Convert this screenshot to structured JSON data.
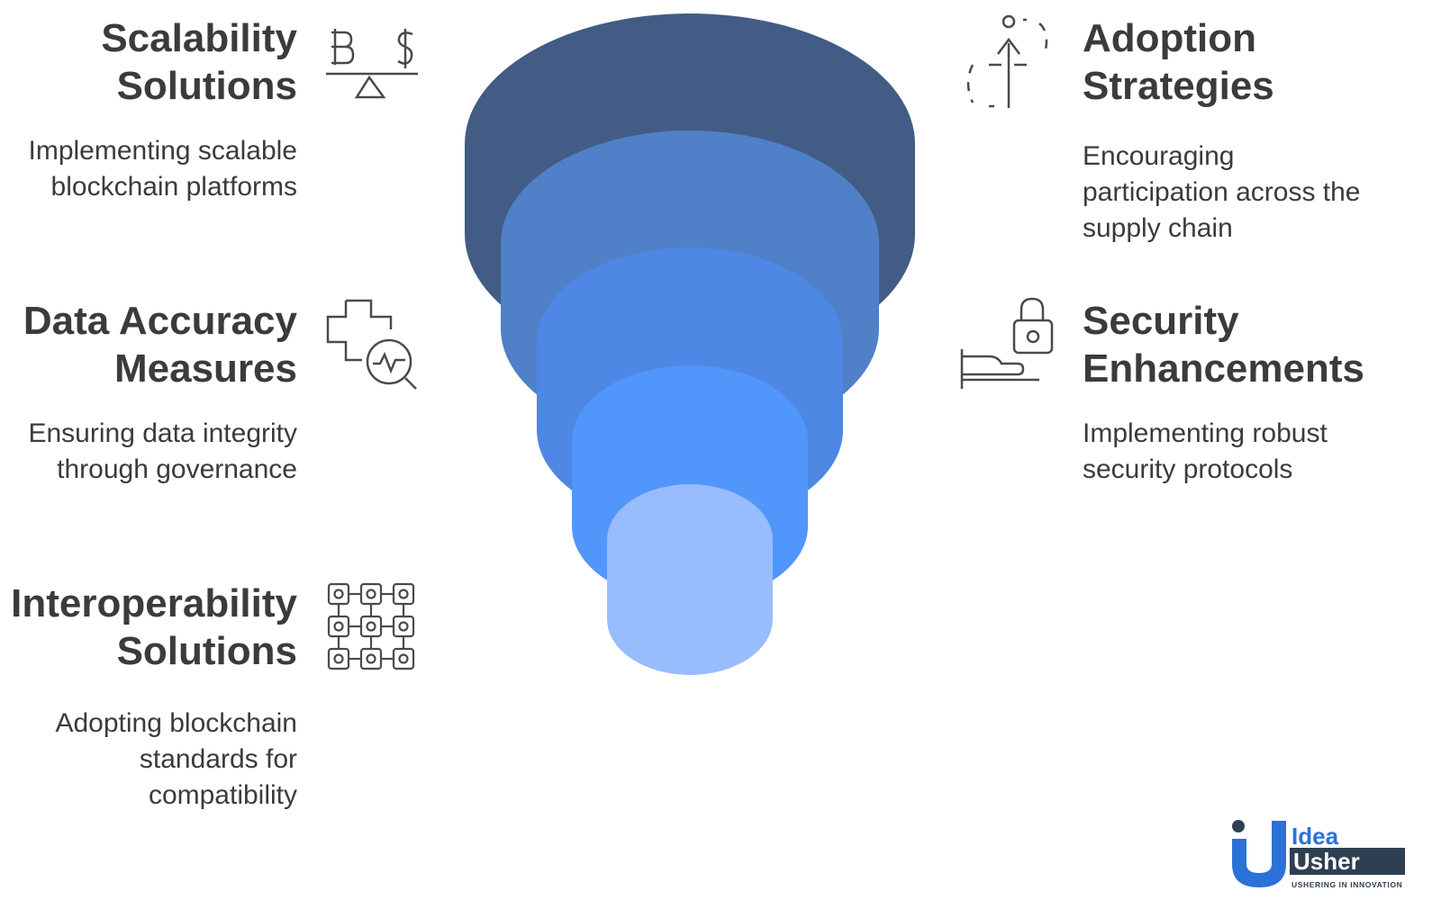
{
  "colors": {
    "layer1": "#425c86",
    "layer2": "#5080c8",
    "layer3": "#4e87e4",
    "layer4": "#5196fb",
    "layer5": "#98bcfd",
    "text": "#3b3b3b",
    "icon": "#4a4a4a",
    "logo_blue": "#2a72d8",
    "logo_dark": "#2f3f52"
  },
  "items": {
    "scalability": {
      "title_line1": "Scalability",
      "title_line2": "Solutions",
      "desc_line1": "Implementing scalable",
      "desc_line2": "blockchain platforms",
      "icon": "balance-scale-icon"
    },
    "data_accuracy": {
      "title_line1": "Data Accuracy",
      "title_line2": "Measures",
      "desc_line1": "Ensuring data integrity",
      "desc_line2": "through governance",
      "icon": "health-monitor-icon"
    },
    "interoperability": {
      "title_line1": "Interoperability",
      "title_line2": "Solutions",
      "desc_line1": "Adopting blockchain",
      "desc_line2": "standards for",
      "desc_line3": "compatibility",
      "icon": "network-grid-icon"
    },
    "adoption": {
      "title_line1": "Adoption",
      "title_line2": "Strategies",
      "desc_line1": "Encouraging",
      "desc_line2": "participation across the",
      "desc_line3": "supply chain",
      "icon": "growth-arrow-icon"
    },
    "security": {
      "title_line1": "Security",
      "title_line2": "Enhancements",
      "desc_line1": "Implementing robust",
      "desc_line2": "security protocols",
      "icon": "lock-hand-icon"
    }
  },
  "logo": {
    "word1": "Idea",
    "word2": "Usher",
    "tagline": "USHERING IN INNOVATION"
  }
}
